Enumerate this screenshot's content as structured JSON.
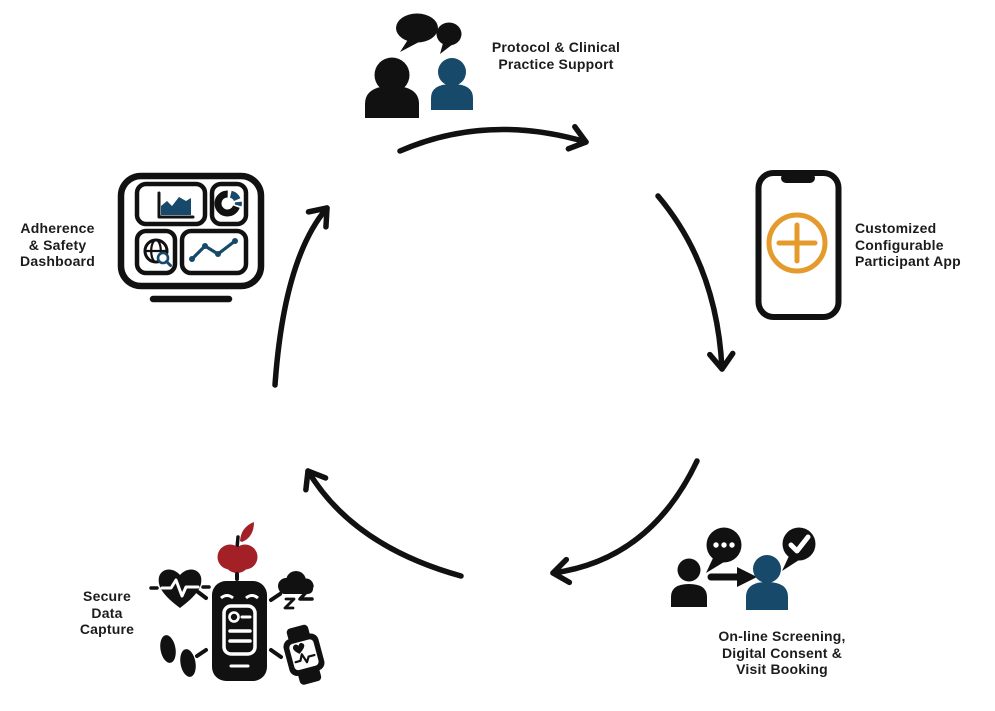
{
  "diagram_type": "cycle",
  "background": "#ffffff",
  "palette": {
    "ink": "#111111",
    "blue": "#17496B",
    "orange": "#E49B2B",
    "red": "#A32026",
    "text": "#1C1C1C"
  },
  "nodes": {
    "protocol": {
      "icon": "people-chat-icon",
      "lines": [
        "Protocol & Clinical",
        "Practice Support"
      ]
    },
    "app": {
      "icon": "participant-app-phone-icon",
      "sub_icons": [
        "phone-outline-icon",
        "plus-circle-icon"
      ],
      "lines": [
        "Customized",
        "Configurable",
        "Participant App"
      ]
    },
    "screening": {
      "icon": "screening-consent-icon",
      "sub_icons": [
        "person-icon",
        "typing-bubble-icon",
        "arrow-right-icon",
        "person-blue-icon",
        "check-bubble-icon"
      ],
      "lines": [
        "On-line Screening,",
        "Digital Consent &",
        "Visit Booking"
      ]
    },
    "capture": {
      "icon": "secure-data-capture-icon",
      "sub_icons": [
        "apple-icon",
        "heart-pulse-icon",
        "sleep-cloud-icon",
        "footprints-icon",
        "smartwatch-icon",
        "diary-phone-icon"
      ],
      "lines": [
        "Secure",
        "Data",
        "Capture"
      ]
    },
    "dashboard": {
      "icon": "dashboard-icon",
      "sub_icons": [
        "area-chart-icon",
        "donut-chart-icon",
        "globe-search-icon",
        "line-chart-icon"
      ],
      "lines": [
        "Adherence",
        "& Safety",
        "Dashboard"
      ]
    }
  },
  "arrows": [
    "protocol-to-app",
    "app-to-screening",
    "screening-to-capture",
    "capture-to-dashboard",
    "dashboard-to-protocol"
  ]
}
